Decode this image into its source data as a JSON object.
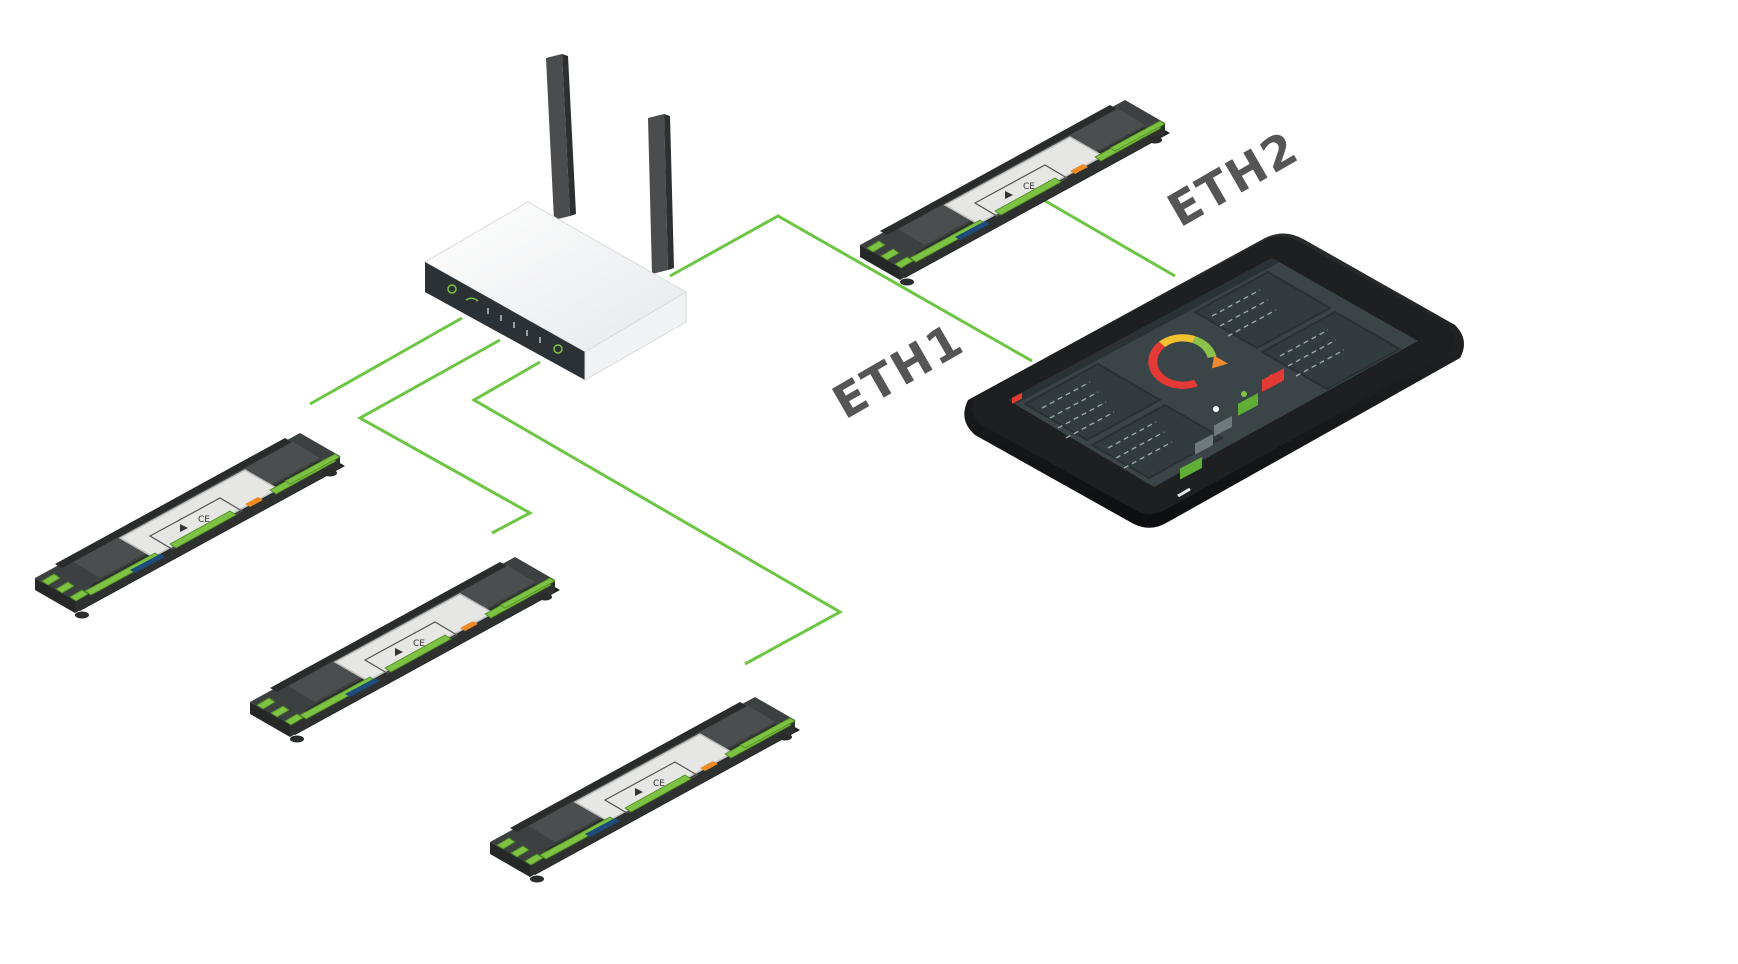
{
  "labels": {
    "eth1": "ETH1",
    "eth2": "ETH2"
  },
  "devices": {
    "router": {
      "name": "wifi-router",
      "antenna_count": 2,
      "port_leds": [
        "1",
        "2",
        "3",
        "4",
        "5"
      ]
    },
    "controllers": [
      "controller-1",
      "controller-2",
      "controller-3",
      "controller-4"
    ],
    "tablet": {
      "name": "touch-panel-tablet",
      "gauge_colors": [
        "#e53935",
        "#f2c12e",
        "#8bc34a",
        "#ef8a2f"
      ]
    }
  },
  "colors": {
    "link": "#6cc644",
    "label": "#555555",
    "board_body": "#3a3d3d",
    "board_dark": "#2a2c2c",
    "terminal_green": "#7dc242",
    "terminal_orange": "#f08a24",
    "tablet_frame": "#1e1f21",
    "screen": "#3b4548"
  }
}
